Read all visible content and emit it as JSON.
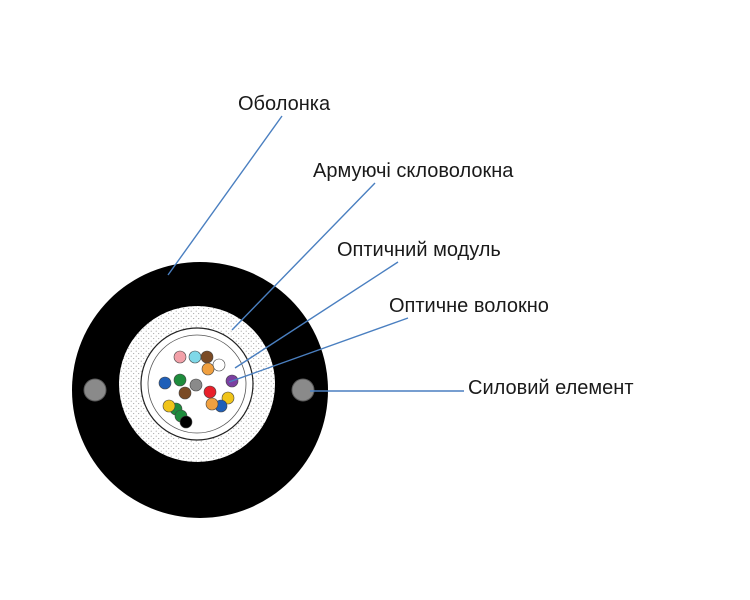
{
  "labels": {
    "sheath": "Оболонка",
    "reinforcing_fibers": "Армуючі скловолокна",
    "optical_module": "Оптичний модуль",
    "optical_fiber": "Оптичне волокно",
    "strength_member": "Силовий елемент"
  },
  "colors": {
    "sheath": "#000000",
    "leader_line": "#4a7fc0",
    "strength_member": "#8a8a8a",
    "yarn_fill": "#ffffff",
    "yarn_dots": "#9a9a9a"
  },
  "fibers": [
    {
      "color": "#f2a0a8"
    },
    {
      "color": "#7fd8e8"
    },
    {
      "color": "#7a4a24"
    },
    {
      "color": "#ffffff"
    },
    {
      "color": "#1f5fb8"
    },
    {
      "color": "#1e8c3c"
    },
    {
      "color": "#7a4a24"
    },
    {
      "color": "#8a8a8a"
    },
    {
      "color": "#7b3fa0"
    },
    {
      "color": "#e8202a"
    },
    {
      "color": "#f0c419"
    },
    {
      "color": "#1e8c3c"
    },
    {
      "color": "#f0c419"
    },
    {
      "color": "#1e8c3c"
    },
    {
      "color": "#1f5fb8"
    },
    {
      "color": "#f0a040"
    },
    {
      "color": "#000000"
    },
    {
      "color": "#f0a040"
    }
  ]
}
